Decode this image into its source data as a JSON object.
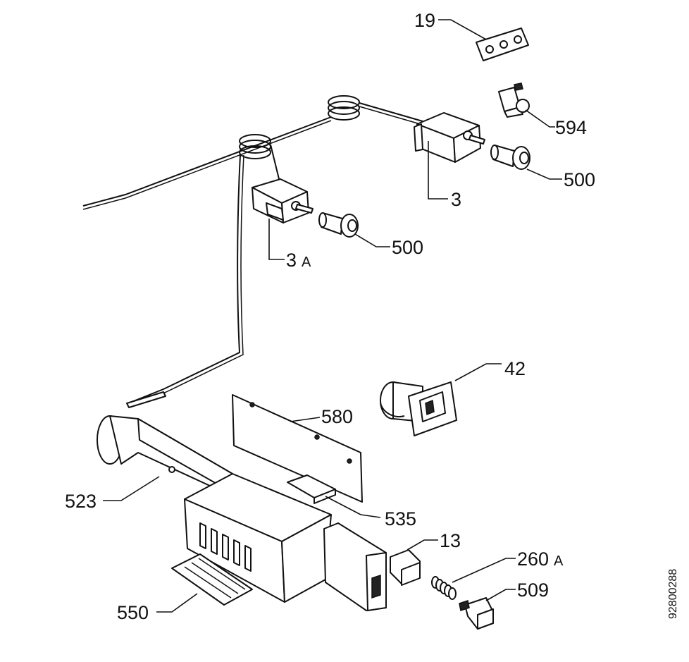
{
  "diagram": {
    "reference_code": "92800288",
    "labels": {
      "p19": "19",
      "p594": "594",
      "p500a": "500",
      "p500b": "500",
      "p3": "3",
      "p3a_num": "3",
      "p3a_suffix": "A",
      "p42": "42",
      "p580": "580",
      "p523": "523",
      "p535": "535",
      "p13": "13",
      "p260a_num": "260",
      "p260a_suffix": "A",
      "p509": "509",
      "p550": "550"
    }
  }
}
